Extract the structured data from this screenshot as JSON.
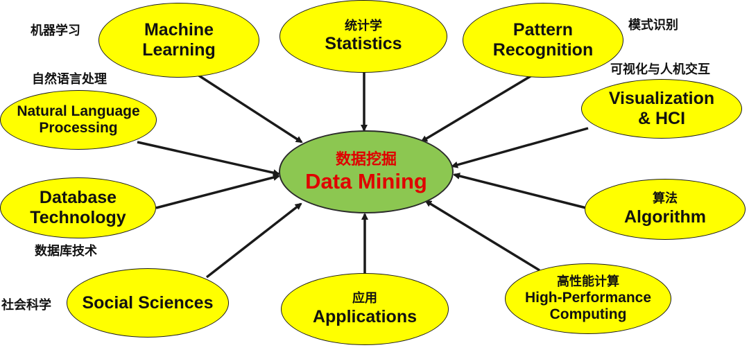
{
  "center": {
    "zh": "数据挖掘",
    "en": "Data Mining",
    "color": "#8cc751",
    "text_color": "#e00000"
  },
  "node_color": "#ffff00",
  "nodes": {
    "ml": {
      "en1": "Machine",
      "en2": "Learning",
      "zh": "机器学习"
    },
    "stats": {
      "en": "Statistics",
      "zh": "统计学"
    },
    "pr": {
      "en1": "Pattern",
      "en2": "Recognition",
      "zh": "模式识别"
    },
    "vis": {
      "en1": "Visualization",
      "en2": "& HCI",
      "zh": "可视化与人机交互"
    },
    "nlp": {
      "en1": "Natural Language",
      "en2": "Processing",
      "zh": "自然语言处理"
    },
    "algo": {
      "en": "Algorithm",
      "zh": "算法"
    },
    "db": {
      "en1": "Database",
      "en2": "Technology",
      "zh": "数据库技术"
    },
    "hpc": {
      "en1": "High-Performance",
      "en2": "Computing",
      "zh": "高性能计算"
    },
    "social": {
      "en": "Social Sciences",
      "zh": "社会科学"
    },
    "apps": {
      "en": "Applications",
      "zh": "应用"
    }
  }
}
